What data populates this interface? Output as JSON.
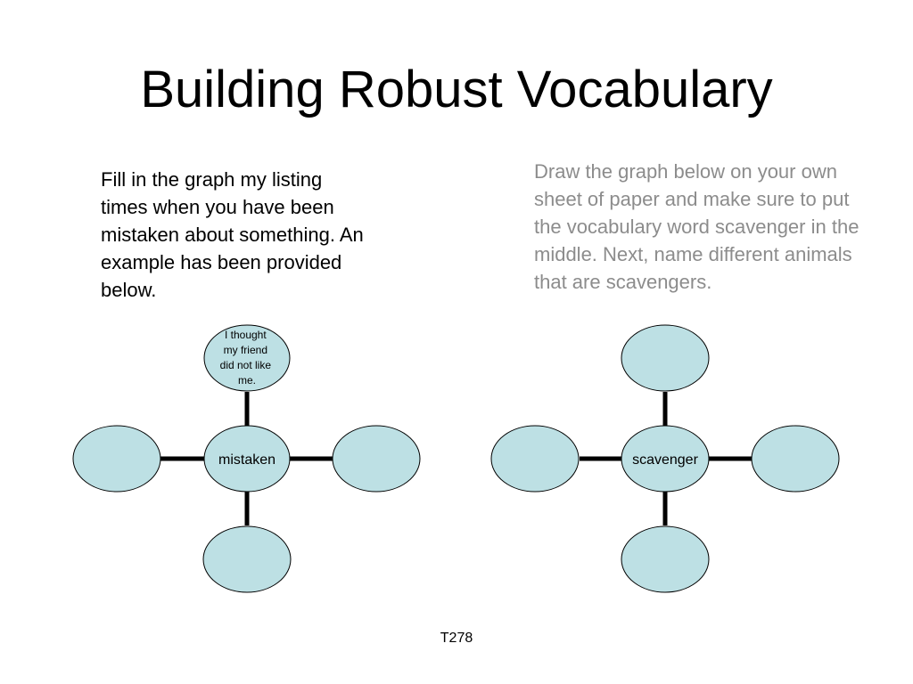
{
  "slide": {
    "title": "Building Robust Vocabulary",
    "left_instructions": "Fill in the graph my listing times when you have been mistaken about something. An example has been provided below.",
    "right_instructions": "Draw the graph below on your own sheet of paper and make sure to put the vocabulary word scavenger in the middle. Next, name different  animals that are scavengers.",
    "footer": "T278"
  },
  "left_web": {
    "center": "mistaken",
    "top_lines": [
      "I thought",
      "my friend",
      "did not like",
      "me."
    ],
    "left": "",
    "right": "",
    "bottom": ""
  },
  "right_web": {
    "center": "scavenger",
    "top": "",
    "left": "",
    "right": "",
    "bottom": ""
  },
  "colors": {
    "node_fill": "#bde0e4",
    "node_stroke": "#000000",
    "connector": "#000000",
    "gray_text": "#8c8c8c"
  }
}
